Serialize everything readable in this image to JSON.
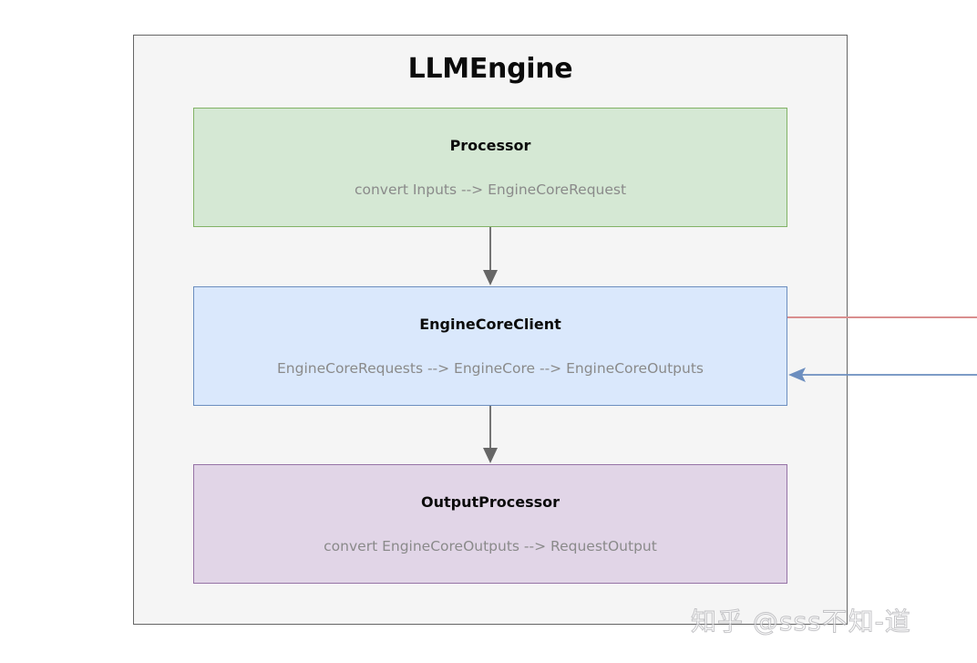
{
  "diagram": {
    "type": "flowchart",
    "direction": "top-to-bottom",
    "container": {
      "label": "LLMEngine",
      "fill": "#f5f5f5",
      "stroke": "#666666"
    },
    "nodes": [
      {
        "id": "processor",
        "title": "Processor",
        "subtitle": "convert Inputs --> EngineCoreRequest",
        "fill": "#d5e8d4",
        "stroke": "#82b366"
      },
      {
        "id": "enginecoreclient",
        "title": "EngineCoreClient",
        "subtitle": "EngineCoreRequests --> EngineCore --> EngineCoreOutputs",
        "fill": "#dae8fc",
        "stroke": "#6c8ebf"
      },
      {
        "id": "outputprocessor",
        "title": "OutputProcessor",
        "subtitle": "convert EngineCoreOutputs --> RequestOutput",
        "fill": "#e1d5e7",
        "stroke": "#9673a6"
      }
    ],
    "edges": [
      {
        "id": "processor-to-enginecoreclient",
        "from": "processor",
        "to": "enginecoreclient",
        "color": "#666666",
        "arrow": "down"
      },
      {
        "id": "enginecoreclient-to-outputprocessor",
        "from": "enginecoreclient",
        "to": "outputprocessor",
        "color": "#666666",
        "arrow": "down"
      },
      {
        "id": "enginecoreclient-outbound",
        "from": "enginecoreclient",
        "to": "offscreen-right",
        "color": "#d98f8f",
        "arrow": "none"
      },
      {
        "id": "enginecoreclient-inbound",
        "from": "offscreen-right",
        "to": "enginecoreclient",
        "color": "#6c8ebf",
        "arrow": "left"
      }
    ]
  },
  "watermark": {
    "text": "知乎 @sss不知-道"
  }
}
